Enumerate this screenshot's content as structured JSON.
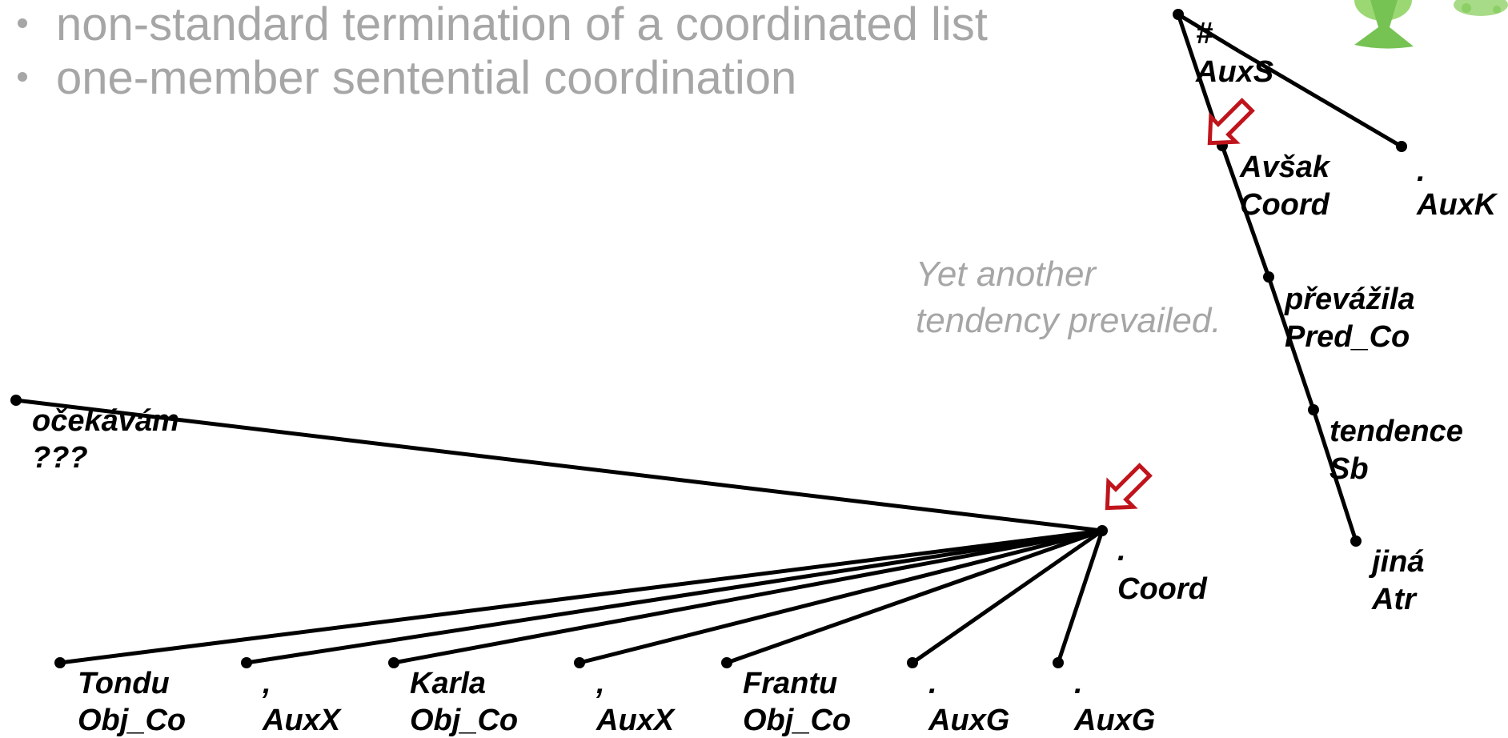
{
  "bullets": [
    "non-standard termination of a coordinated list",
    "one-member sentential coordination"
  ],
  "caption": {
    "line1": "Yet another",
    "line2": "tendency prevailed."
  },
  "tree_right": {
    "nodes": [
      {
        "form": "#",
        "afun": "AuxS"
      },
      {
        "form": "Avšak",
        "afun": "Coord"
      },
      {
        "form": ".",
        "afun": "AuxK"
      },
      {
        "form": "převážila",
        "afun": "Pred_Co"
      },
      {
        "form": "tendence",
        "afun": "Sb"
      },
      {
        "form": "jiná",
        "afun": "Atr"
      }
    ]
  },
  "tree_left": {
    "nodes": [
      {
        "form": "očekávám",
        "afun": "???"
      },
      {
        "form": ".",
        "afun": "Coord"
      },
      {
        "form": "Tondu",
        "afun": "Obj_Co"
      },
      {
        "form": ",",
        "afun": "AuxX"
      },
      {
        "form": "Karla",
        "afun": "Obj_Co"
      },
      {
        "form": ",",
        "afun": "AuxX"
      },
      {
        "form": "Frantu",
        "afun": "Obj_Co"
      },
      {
        "form": ".",
        "afun": "AuxG"
      },
      {
        "form": ".",
        "afun": "AuxG"
      }
    ]
  },
  "colors": {
    "bullet_text": "#a6a6a6",
    "arrow": "#c0141c",
    "tree_logo_foliage": "#8fd06a",
    "tree_logo_trunk": "#6bb84a"
  },
  "icons": [
    "highlight-arrow-icon",
    "tree-logo-icon"
  ]
}
